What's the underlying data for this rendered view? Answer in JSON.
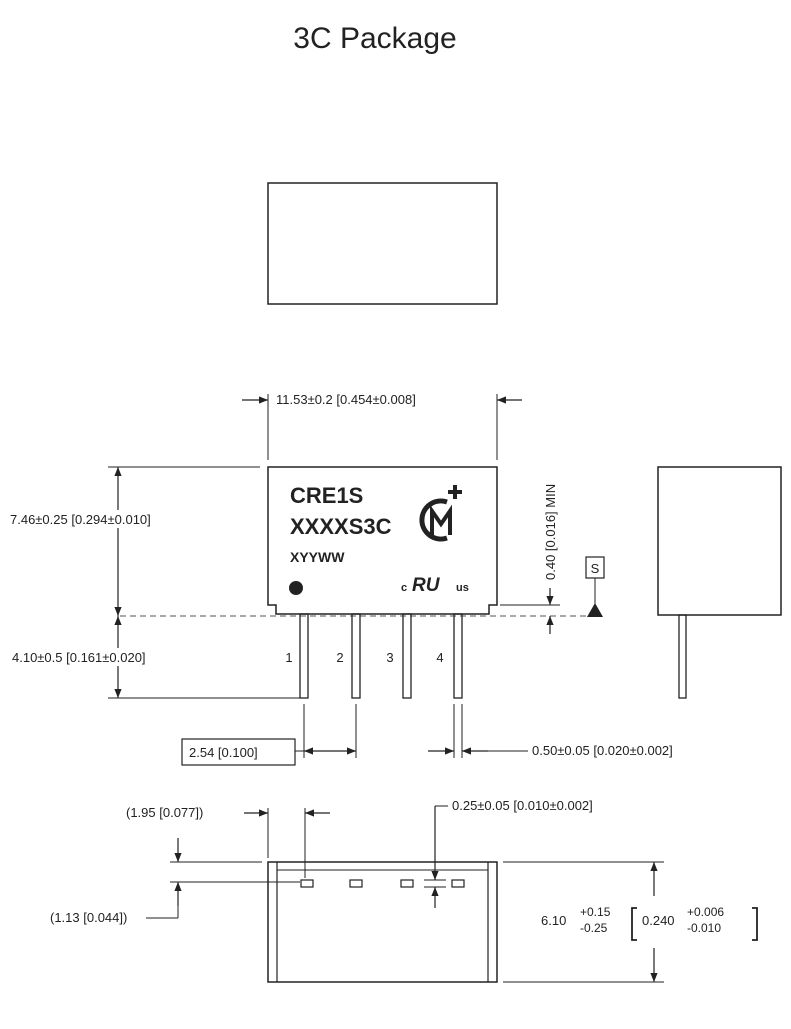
{
  "title": "3C Package",
  "marking": {
    "line1": "CRE1S",
    "line2": "XXXXS3C",
    "line3": "XYYWW",
    "cert_c": "c",
    "cert_us": "us",
    "cert_logo_text": "RU"
  },
  "pins": [
    "1",
    "2",
    "3",
    "4"
  ],
  "seating_plane_symbol": "S",
  "dimensions": {
    "width": "11.53±0.2 [0.454±0.008]",
    "body_height": "7.46±0.25 [0.294±0.010]",
    "pin_length": "4.10±0.5 [0.161±0.020]",
    "standoff": "0.40 [0.016] MIN",
    "pitch": "2.54 [0.100]",
    "pin_width": "0.50±0.05 [0.020±0.002]",
    "pin_offset_x": "(1.95 [0.077])",
    "pin_thickness": "0.25±0.05 [0.010±0.002]",
    "pin_offset_y": "(1.13 [0.044])",
    "depth_mm_base": "6.10",
    "depth_mm_plus": "+0.15",
    "depth_mm_minus": "-0.25",
    "depth_in_base": "0.240",
    "depth_in_plus": "+0.006",
    "depth_in_minus": "-0.010"
  }
}
